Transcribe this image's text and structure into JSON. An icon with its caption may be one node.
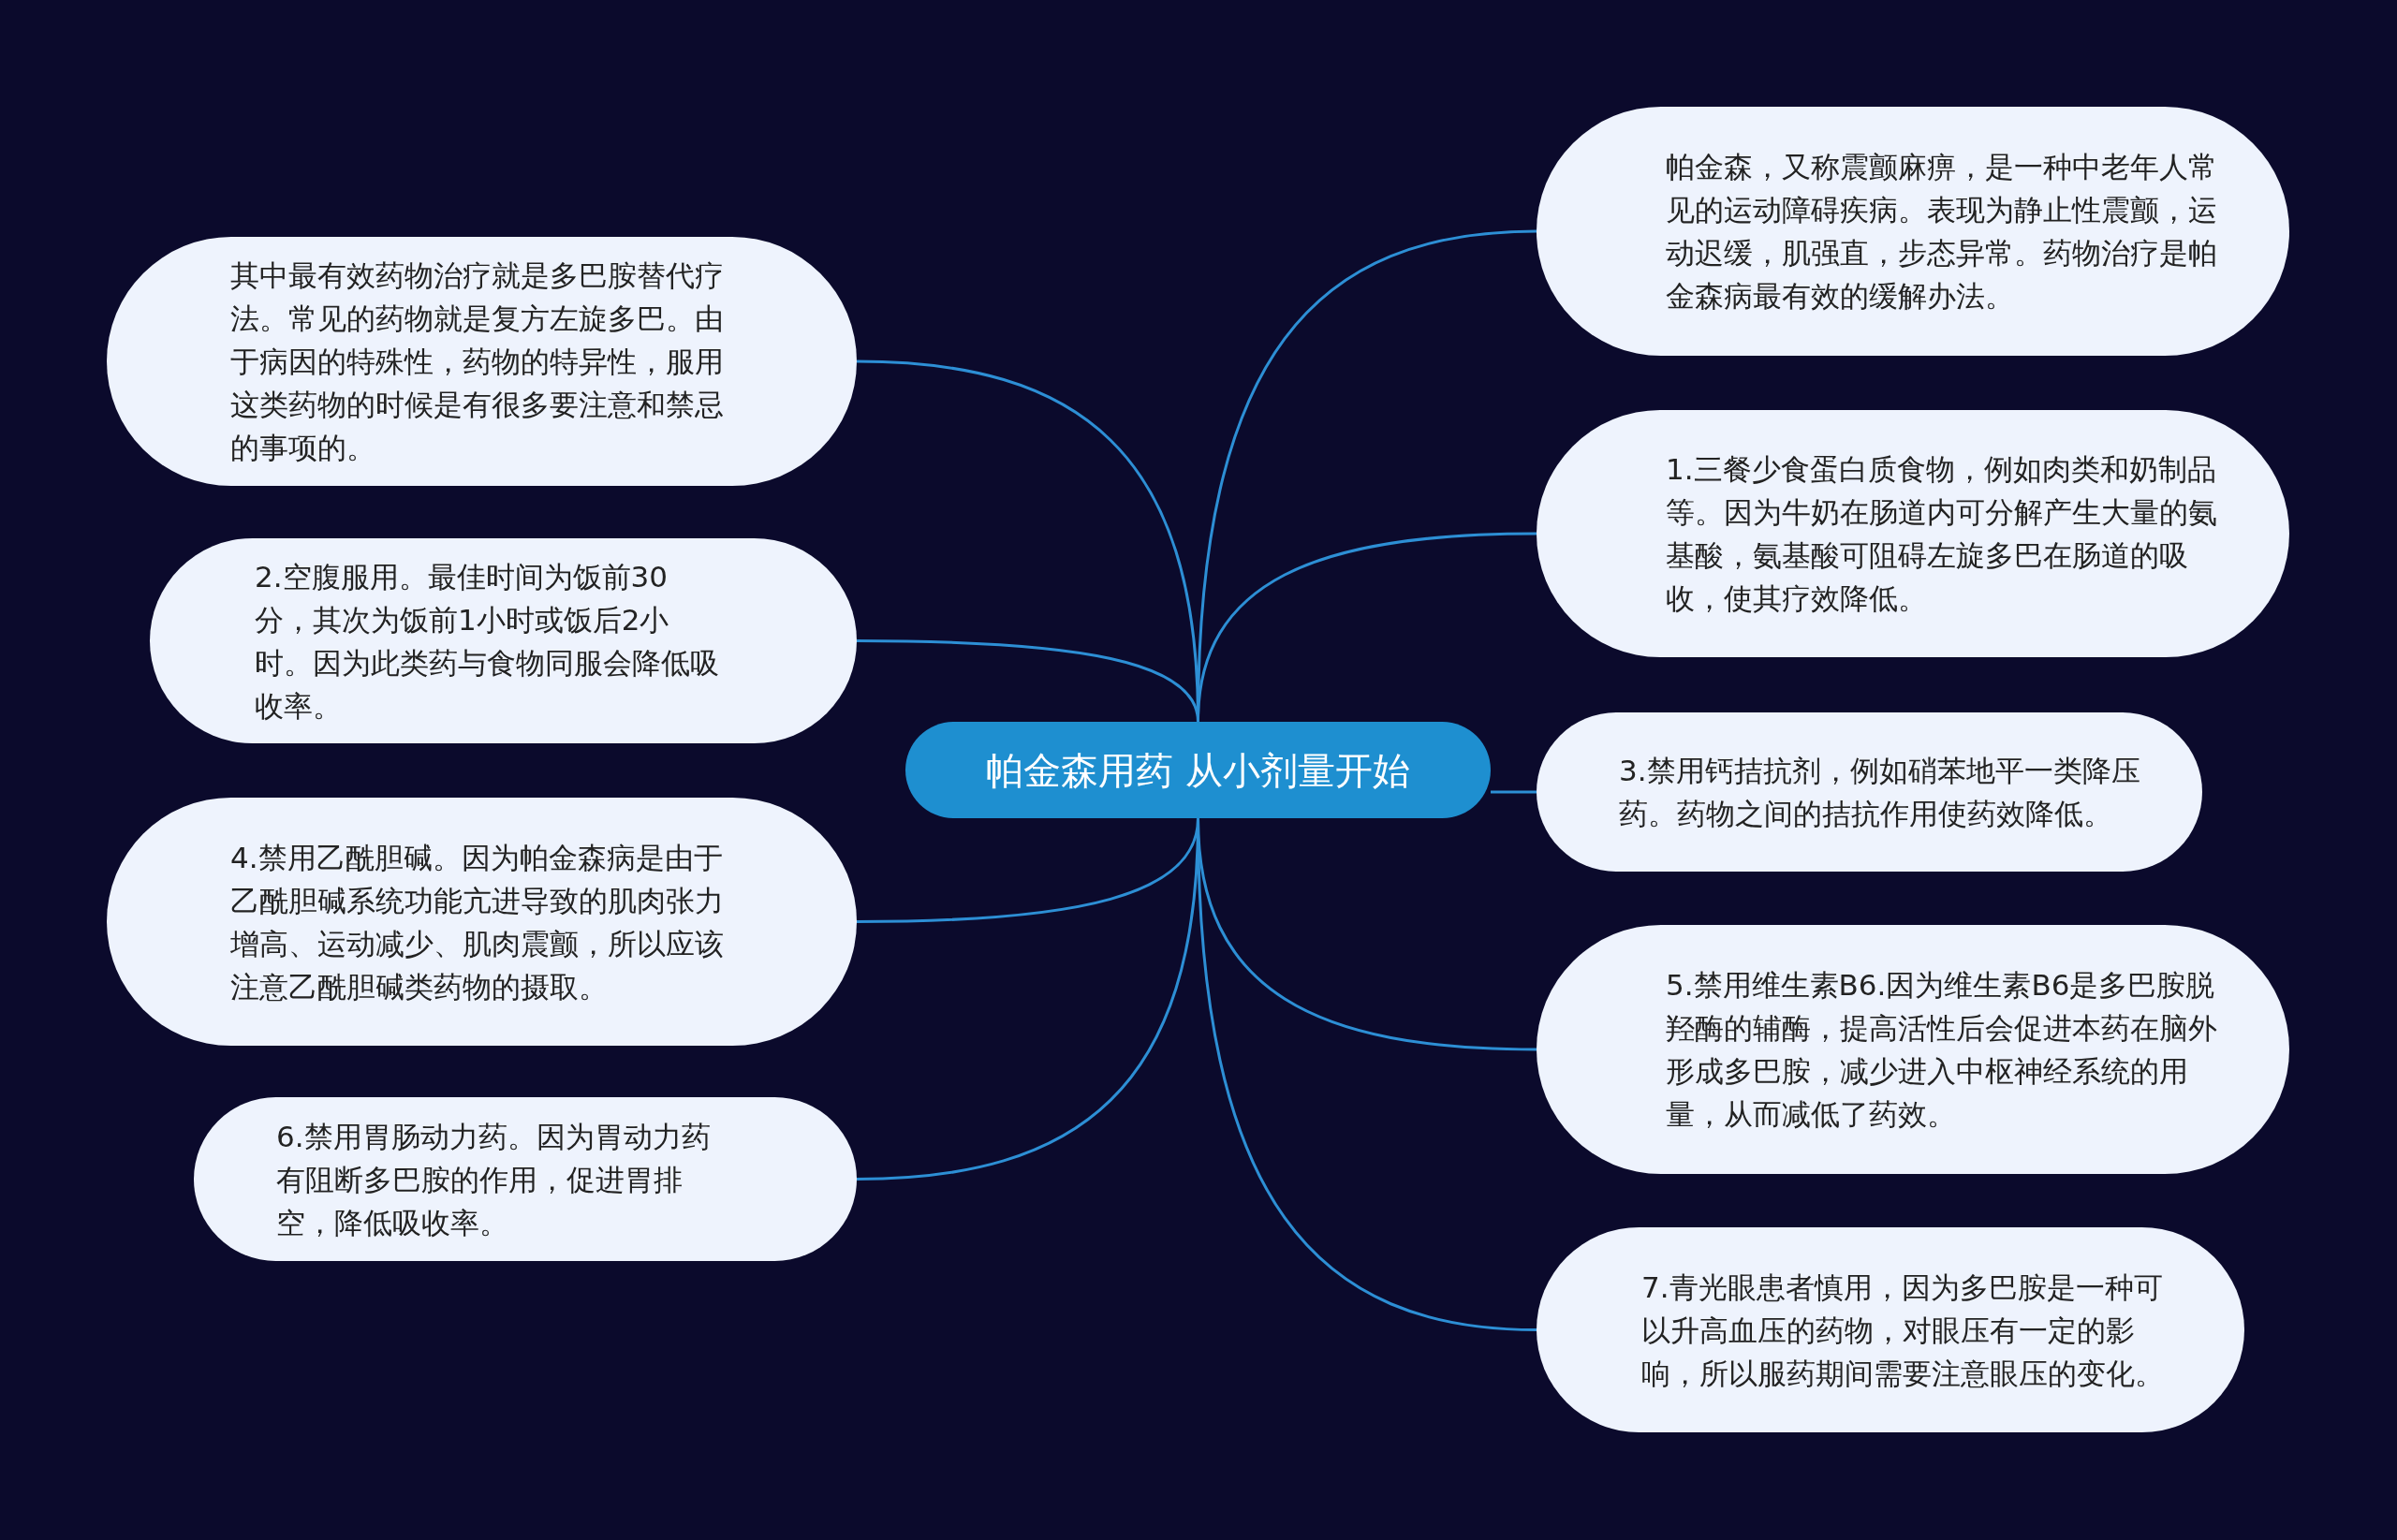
{
  "diagram": {
    "nodes": [
      {
        "text": [
          "帕金森用药 从小剂量开始"
        ]
      },
      {
        "text": [
          "帕金森，又称震颤麻痹，是一种中老年人常见的运动障碍疾病。表现为静止性震颤，运动迟缓，肌强直，步态异常。药物治疗是帕金森病最有效的缓解办法。"
        ]
      },
      {
        "text": [
          "1.三餐少食蛋白质食物，例如肉类和奶制品等。因为牛奶在肠道内可分解产生大量的氨基酸，氨基酸可阻碍左旋多巴在肠道的吸收，使其疗效降低。"
        ]
      },
      {
        "text": [
          "3.禁用钙拮抗剂，例如硝苯地平一类降压药。药物之间的拮抗作用使药效降低。"
        ]
      },
      {
        "text": [
          "5.禁用维生素B6.因为维生素B6是多巴胺脱羟酶的辅酶，提高活性后会促进本药在脑外形成多巴胺，减少进入中枢神经系统的用量，从而减低了药效。"
        ]
      },
      {
        "text": [
          "7.青光眼患者慎用，因为多巴胺是一种可以升高血压的药物，对眼压有一定的影响，所以服药期间需要注意眼压的变化。"
        ]
      },
      {
        "text": [
          "其中最有效药物治疗就是多巴胺替代疗法。常见的药物就是复方左旋多巴。由于病因的特殊性，药物的特异性，服用这类药物的时候是有很多要注意和禁忌的事项的。"
        ]
      },
      {
        "text": [
          "2.空腹服用。最佳时间为饭前30分，其次为饭前1小时或饭后2小时。因为此类药与食物同服会降低吸收率。"
        ]
      },
      {
        "text": [
          "4.禁用乙酰胆碱。因为帕金森病是由于乙酰胆碱系统功能亢进导致的肌肉张力增高、运动减少、肌肉震颤，所以应该注意乙酰胆碱类药物的摄取。"
        ]
      },
      {
        "text": [
          "6.禁用胃肠动力药。因为胃动力药有阻断多巴胺的作用，促进胃排空，降低吸收率。"
        ]
      }
    ],
    "edges": [
      {
        "from": 0,
        "to": 1,
        "arrow": "none"
      },
      {
        "from": 0,
        "to": 2,
        "arrow": "none"
      },
      {
        "from": 0,
        "to": 3,
        "arrow": "none"
      },
      {
        "from": 0,
        "to": 4,
        "arrow": "none"
      },
      {
        "from": 0,
        "to": 5,
        "arrow": "none"
      },
      {
        "from": 0,
        "to": 6,
        "arrow": "none"
      },
      {
        "from": 0,
        "to": 7,
        "arrow": "none"
      },
      {
        "from": 0,
        "to": 8,
        "arrow": "none"
      },
      {
        "from": 0,
        "to": 9,
        "arrow": "none"
      }
    ]
  }
}
